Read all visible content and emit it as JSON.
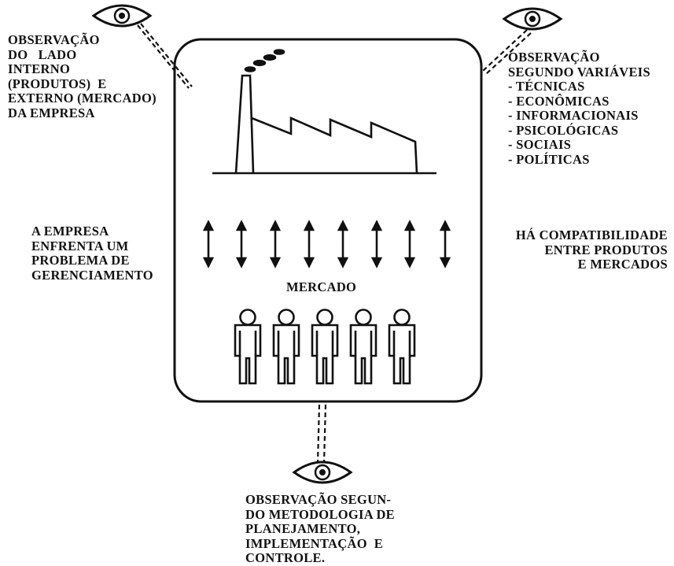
{
  "notes": {
    "top_left": [
      "OBSERVAÇÃO",
      "DO   LADO",
      "INTERNO",
      "(PRODUTOS)  E",
      "EXTERNO (MERCADO)",
      "DA EMPRESA"
    ],
    "top_right": [
      "OBSERVAÇÃO",
      "SEGUNDO VARIÁVEIS",
      "- TÉCNICAS",
      "- ECONÔMICAS",
      "- INFORMACIONAIS",
      "- PSICOLÓGICAS",
      "- SOCIAIS",
      "- POLÍTICAS"
    ],
    "mid_left": [
      "A EMPRESA",
      "ENFRENTA UM",
      "PROBLEMA DE",
      "GERENCIAMENTO"
    ],
    "mid_right": [
      "HÁ COMPATIBILIDADE",
      "ENTRE PRODUTOS",
      "E MERCADOS"
    ],
    "bottom": [
      "OBSERVAÇÃO SEGUN-",
      "DO METODOLOGIA DE",
      "PLANEJAMENTO,",
      "IMPLEMENTAÇÃO  E",
      "CONTROLE."
    ]
  },
  "market_label": "MERCADO",
  "colors": {
    "ink": "#111111",
    "background": "#ffffff"
  },
  "icons": [
    "eye-icon",
    "factory-icon",
    "double-arrow-icon",
    "person-icon"
  ]
}
